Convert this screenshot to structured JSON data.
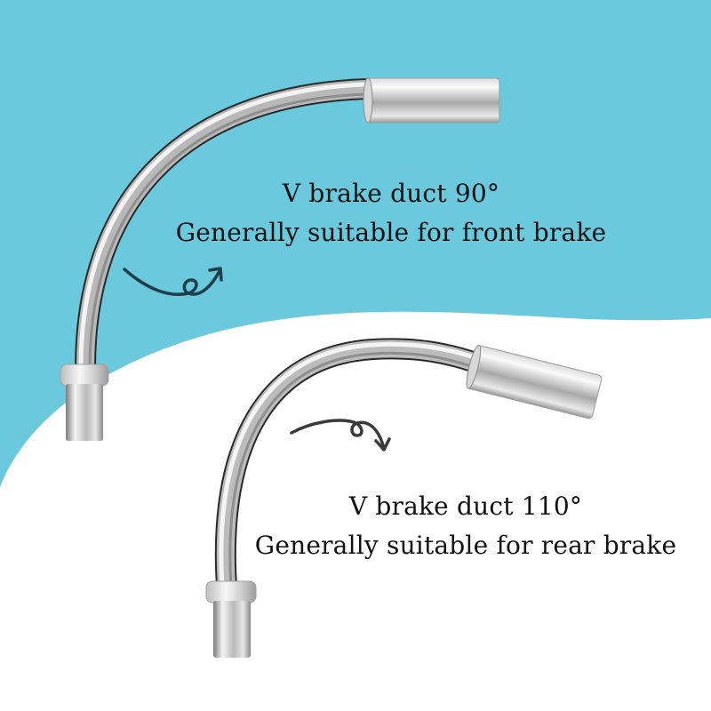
{
  "colors": {
    "background_top": "#6ac9dc",
    "background_bottom": "#ffffff",
    "text": "#111111",
    "arrow_front": "#1e3f4a",
    "arrow_rear": "#3a3a3a",
    "metal_light": "#f2f2f2",
    "metal_mid": "#bdbdbd",
    "metal_dark": "#6e6e6e"
  },
  "products": [
    {
      "name": "V brake duct 90°",
      "title": "V brake duct 90°",
      "description": "Generally suitable for front brake",
      "angle": "90°",
      "icon": "curved-arrow-icon"
    },
    {
      "name": "V brake duct 110°",
      "title": "V brake duct 110°",
      "description": "Generally suitable for rear brake",
      "angle": "110°",
      "icon": "curved-arrow-icon"
    }
  ]
}
